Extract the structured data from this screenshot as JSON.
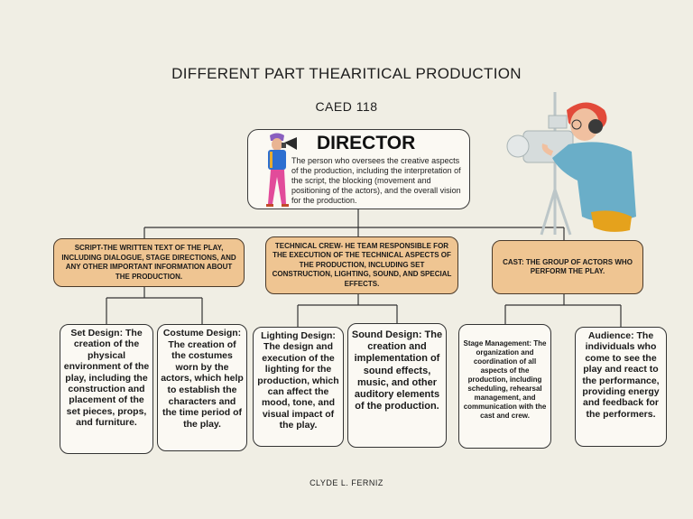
{
  "header": {
    "title": "DIFFERENT PART THEARITICAL PRODUCTION",
    "subtitle": "CAED 118"
  },
  "director": {
    "title": "DIRECTOR",
    "description": "The person who oversees the creative aspects of the production, including the interpretation of the script, the blocking (movement and positioning of the actors), and the overall vision for the production."
  },
  "categories": [
    {
      "text": "SCRIPT-THE WRITTEN TEXT OF THE PLAY, INCLUDING DIALOGUE, STAGE DIRECTIONS, AND ANY OTHER IMPORTANT INFORMATION ABOUT THE PRODUCTION."
    },
    {
      "text": "TECHNICAL CREW- HE TEAM RESPONSIBLE FOR THE EXECUTION OF THE TECHNICAL ASPECTS OF THE PRODUCTION, INCLUDING SET CONSTRUCTION, LIGHTING, SOUND, AND SPECIAL EFFECTS."
    },
    {
      "text": "CAST: THE GROUP OF ACTORS WHO PERFORM THE PLAY."
    }
  ],
  "details": [
    {
      "text": "Set Design: The creation of the physical environment of the play, including the construction and placement of the set pieces, props, and furniture."
    },
    {
      "text": "Costume Design: The creation of the costumes worn by the actors, which help to establish the characters and the time period of the play."
    },
    {
      "text": "Lighting Design: The design and execution of the lighting for the production, which can affect the mood, tone, and visual impact of the play."
    },
    {
      "text": "Sound Design: The creation and implementation of sound effects, music, and other auditory elements of the production."
    },
    {
      "text": "Stage Management: The organization and coordination of all aspects of the production, including scheduling, rehearsal management, and communication with the cast and crew."
    },
    {
      "text": "Audience: The individuals who come to see the play and react to the performance, providing energy and feedback for the performers."
    }
  ],
  "footer": {
    "credit": "CLYDE L. FERNIZ"
  },
  "colors": {
    "background": "#f0eee4",
    "category_fill": "#efc592",
    "box_fill": "#fbf9f3",
    "line": "#333333"
  },
  "icons": [
    "director-megaphone-illustration",
    "camera-operator-illustration"
  ]
}
